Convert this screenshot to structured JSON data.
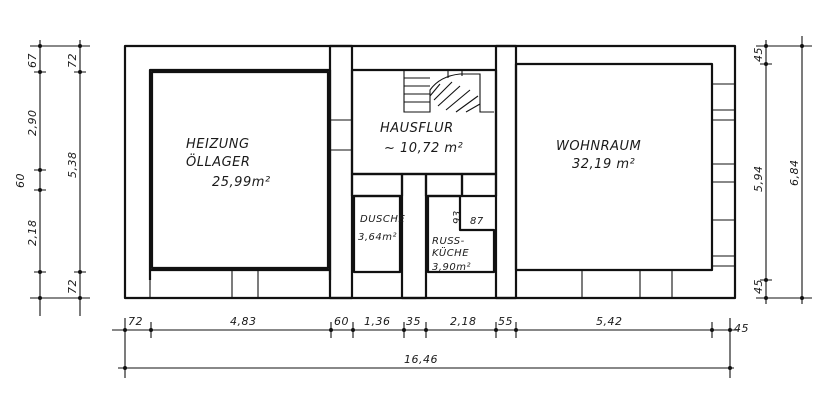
{
  "rooms": {
    "heizung": {
      "line1": "HEIZUNG",
      "line2": "ÖLLAGER",
      "area": "25,99m²"
    },
    "hausflur": {
      "line1": "HAUSFLUR",
      "area": "~ 10,72 m²"
    },
    "wohnraum": {
      "line1": "WOHNRAUM",
      "area": "32,19 m²"
    },
    "dusche": {
      "line1": "DUSCHE",
      "area": "3,64m²"
    },
    "russkueche": {
      "line1": "RUSS-",
      "line2": "KÜCHE",
      "area": "3,90m²",
      "dim_a": "93",
      "dim_b": "87"
    }
  },
  "dims_bottom": [
    "72",
    "4,83",
    "60",
    "1,36",
    "35",
    "2,18",
    "55",
    "5,42",
    "45"
  ],
  "dim_total": "16,46",
  "dims_left_outer": [
    "67",
    "2,90",
    "60",
    "2,18"
  ],
  "dims_left_inner": [
    "72",
    "5,38",
    "72"
  ],
  "dims_right_inner": [
    "45",
    "5,94",
    "45"
  ],
  "dims_right_outer": [
    "6,84"
  ]
}
